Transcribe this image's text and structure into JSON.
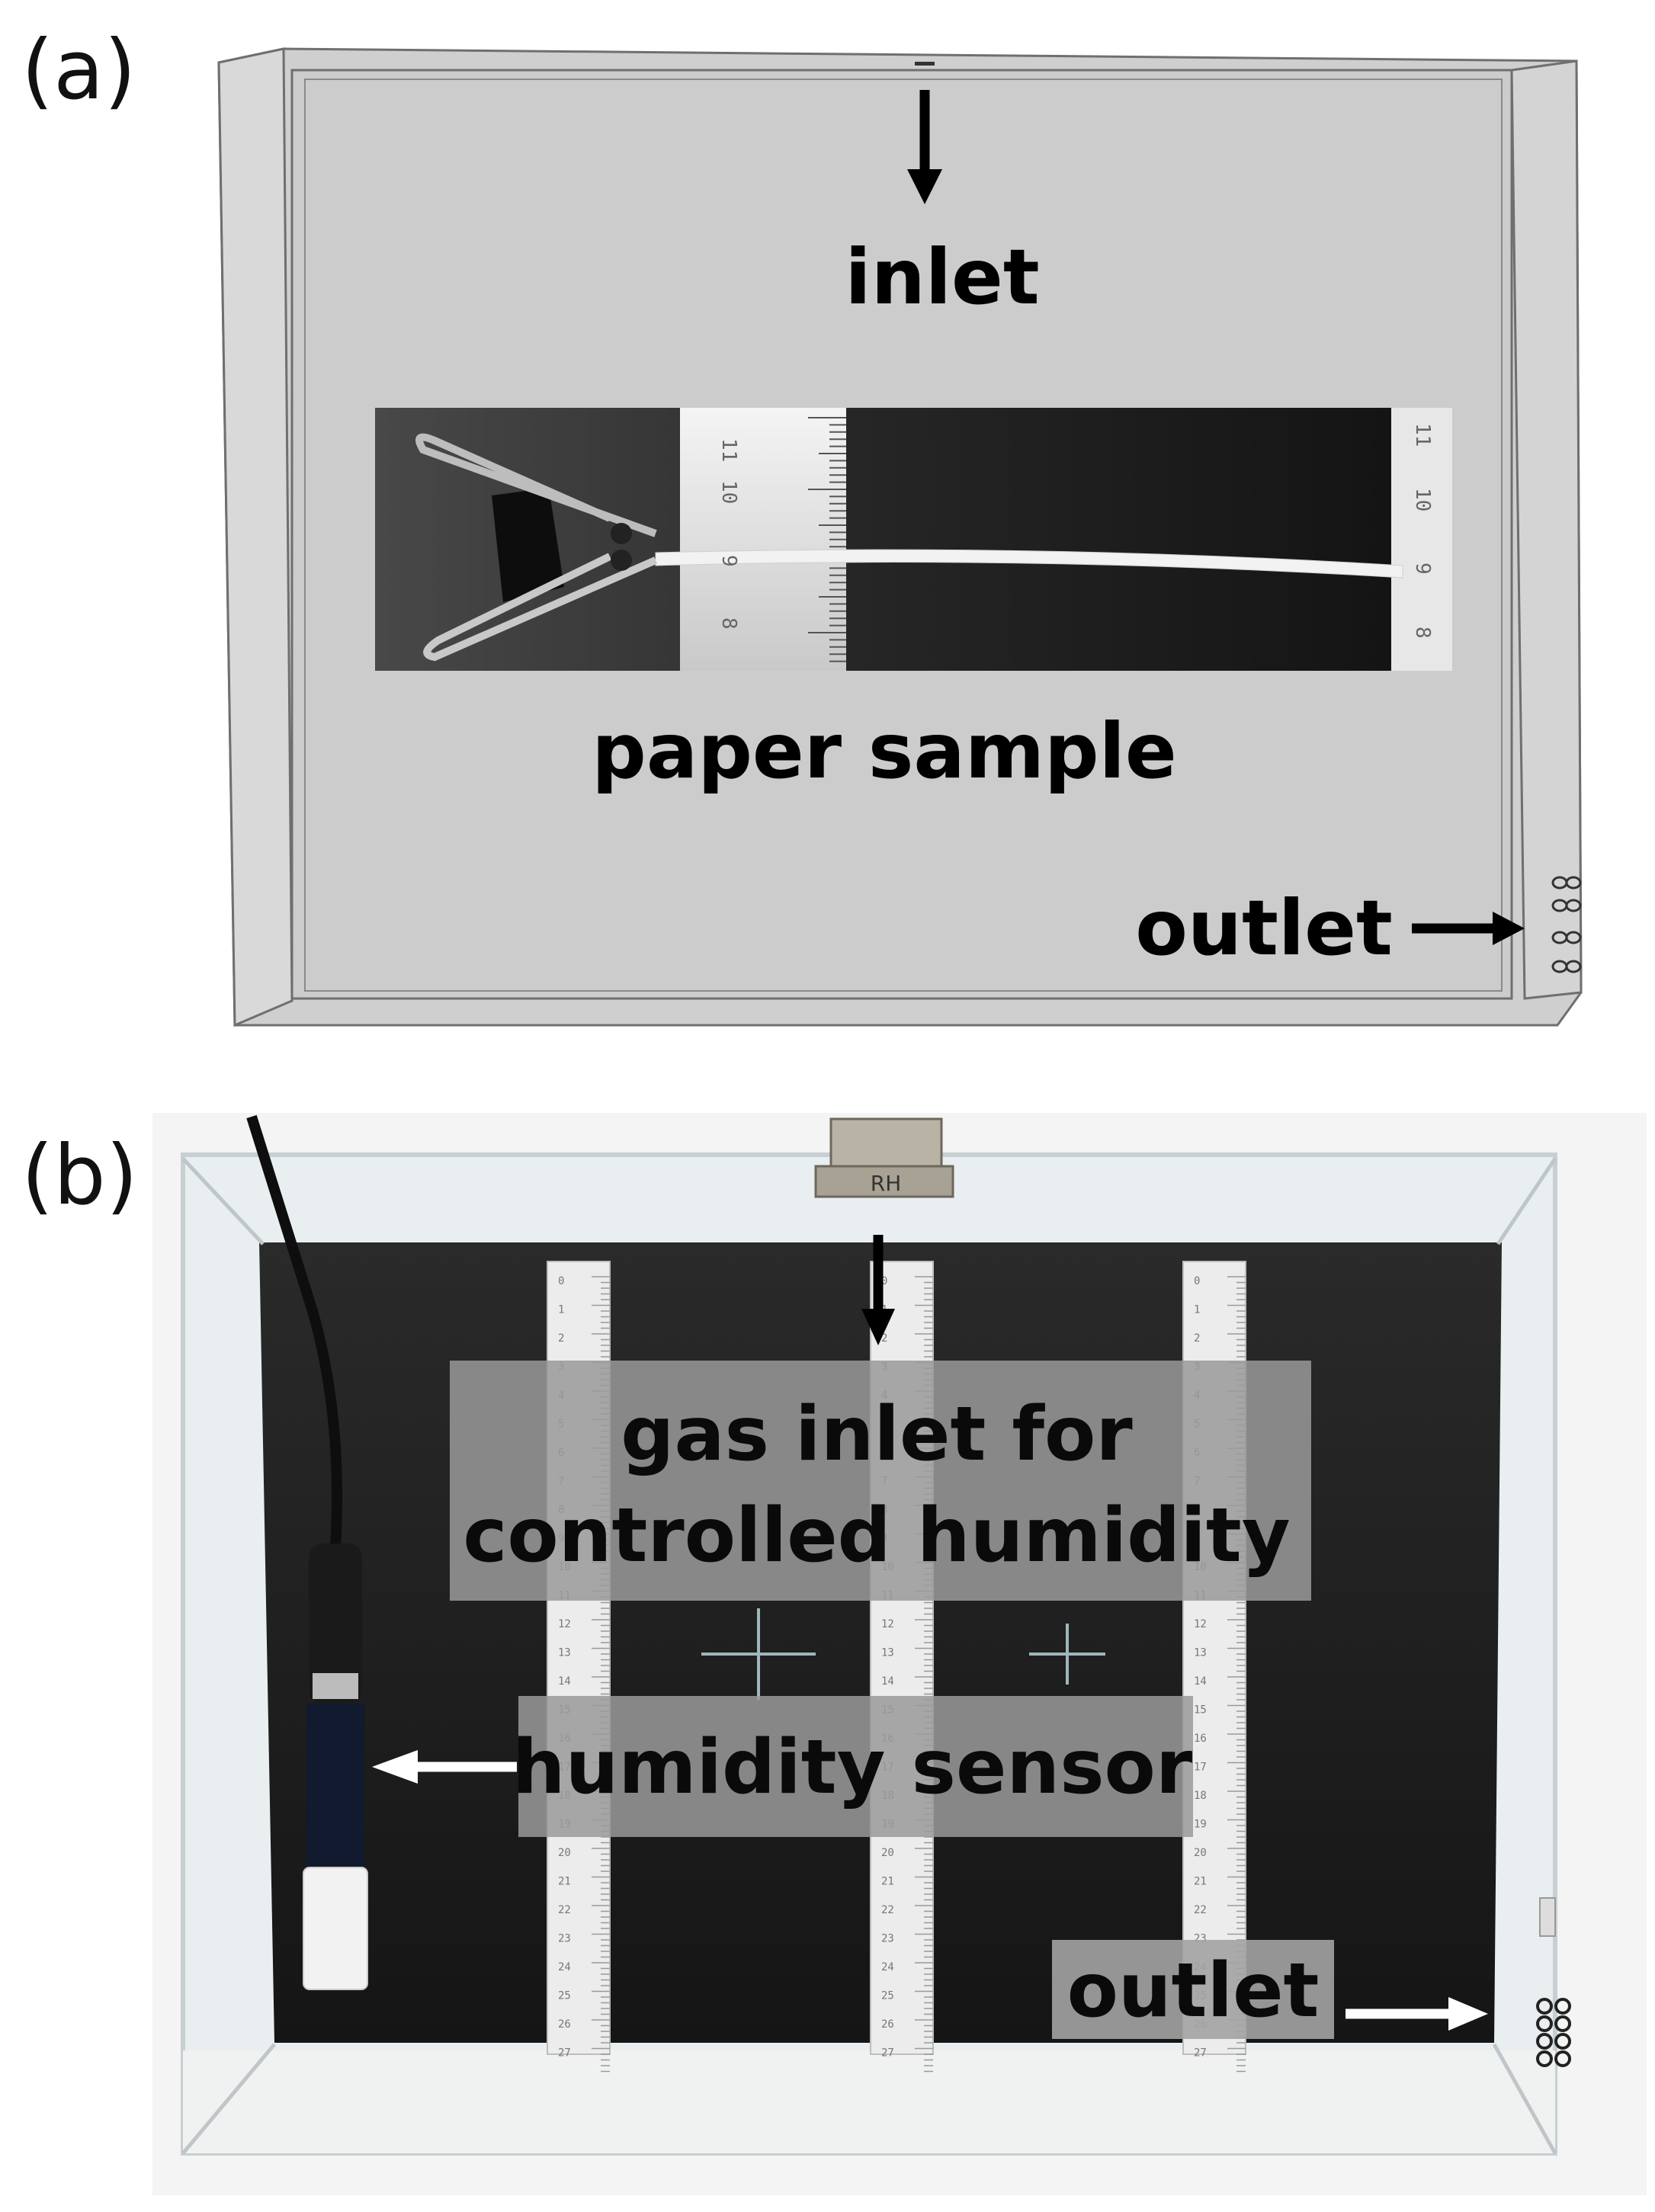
{
  "panel_a": {
    "letter": "(a)",
    "labels": {
      "inlet": "inlet",
      "paper_sample": "paper sample",
      "outlet": "outlet"
    },
    "ruler_numbers_left": [
      "11",
      "10",
      "9",
      "8"
    ],
    "ruler_numbers_right": [
      "11",
      "10",
      "9",
      "8"
    ]
  },
  "panel_b": {
    "letter": "(b)",
    "labels": {
      "gas_inlet_line1": "gas inlet for",
      "gas_inlet_line2": "controlled humidity",
      "humidity_sensor": "humidity sensor",
      "outlet": "outlet"
    },
    "sensor_tag": "RH",
    "ruler_numbers": [
      "0",
      "1",
      "2",
      "3",
      "4",
      "5",
      "6",
      "7",
      "8",
      "9",
      "10",
      "11",
      "12",
      "13",
      "14",
      "15",
      "16",
      "17",
      "18",
      "19",
      "20",
      "21",
      "22",
      "23",
      "24",
      "25",
      "26",
      "27"
    ]
  },
  "colors": {
    "chamber_gray": "#cfcfcf",
    "chamber_side": "#d6d6d6",
    "photo_dark": "#1b1b1b",
    "label_box": "#8a8a8a",
    "arrow_black": "#000000",
    "arrow_white": "#ffffff"
  }
}
